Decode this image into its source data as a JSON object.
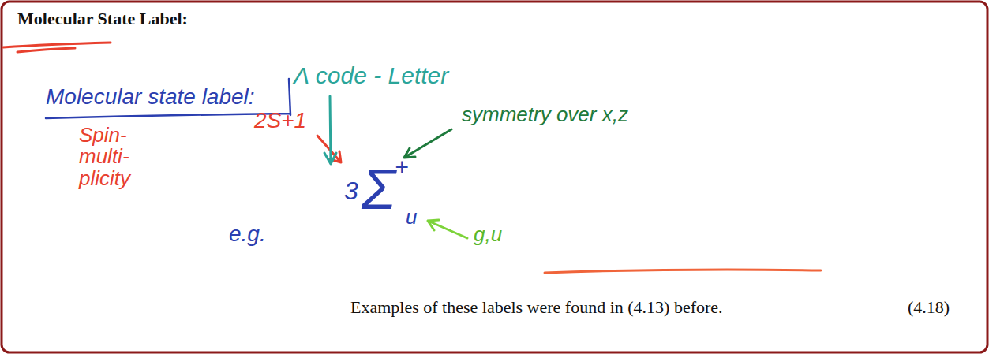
{
  "diagram": {
    "title": "Molecular State Label:",
    "caption": "Examples of these labels were found in (4.13) before.",
    "labels": [
      "Molecular state label:",
      "Λ code - Letter",
      "symmetry over x,z",
      "2S+1",
      "Spin- multi- plicity",
      "3",
      "Σ",
      "+",
      "u",
      "e.g.",
      "g,u",
      "(4.18)"
    ]
  }
}
